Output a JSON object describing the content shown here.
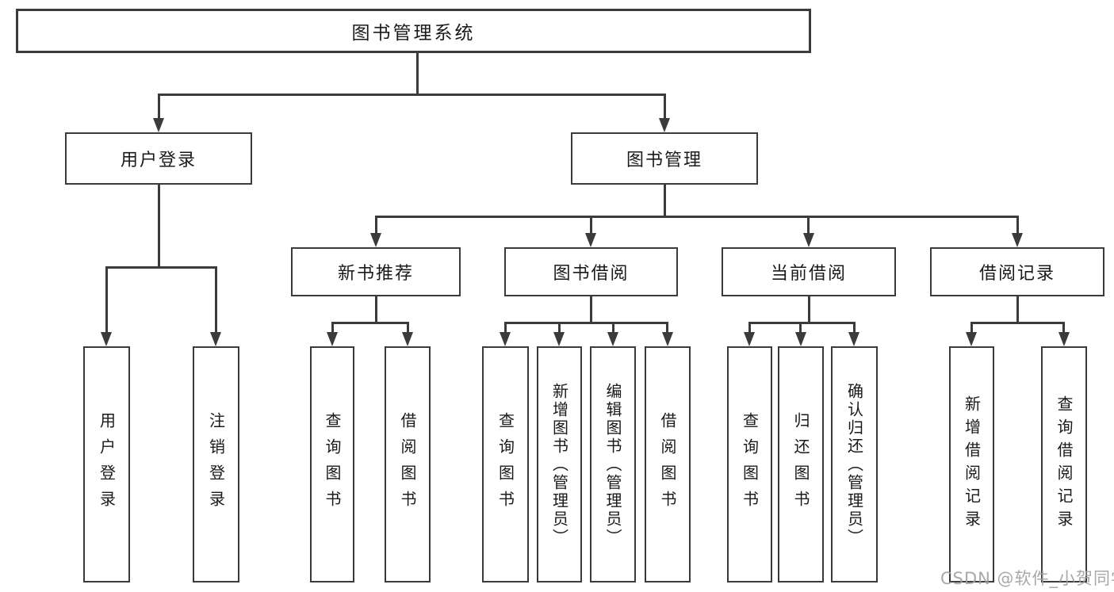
{
  "diagram": {
    "root": {
      "label": "图书管理系统"
    },
    "level2": [
      {
        "label": "用户登录"
      },
      {
        "label": "图书管理"
      }
    ],
    "level3": [
      {
        "label": "新书推荐"
      },
      {
        "label": "图书借阅"
      },
      {
        "label": "当前借阅"
      },
      {
        "label": "借阅记录"
      }
    ],
    "leaves": [
      {
        "label": "用户登录"
      },
      {
        "label": "注销登录"
      },
      {
        "label": "查询图书"
      },
      {
        "label": "借阅图书"
      },
      {
        "label": "查询图书"
      },
      {
        "label": "新增图书（管理员）"
      },
      {
        "label": "编辑图书（管理员）"
      },
      {
        "label": "借阅图书"
      },
      {
        "label": "查询图书"
      },
      {
        "label": "归还图书"
      },
      {
        "label": "确认归还（管理员）"
      },
      {
        "label": "新增借阅记录"
      },
      {
        "label": "查询借阅记录"
      }
    ],
    "watermark": "CSDN @软件_小贺同学",
    "colors": {
      "line": "#3b3b3b",
      "text": "#1a1a1a",
      "watermark": "#9e9e9e",
      "background": "#ffffff"
    }
  }
}
